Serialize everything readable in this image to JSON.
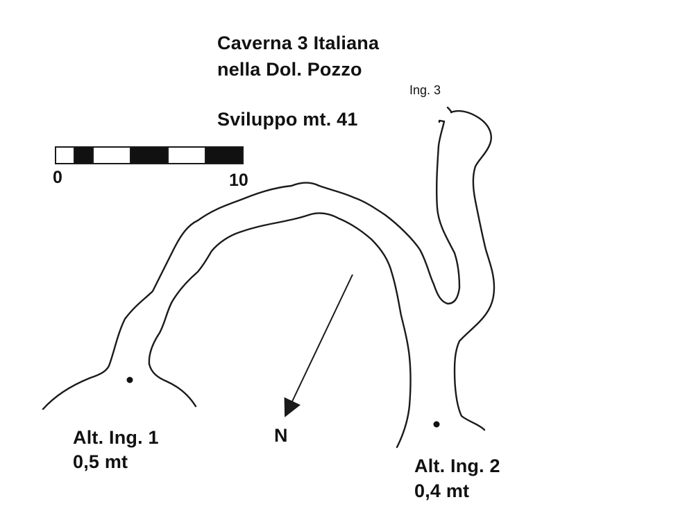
{
  "title": {
    "line1": "Caverna 3 Italiana",
    "line2": "nella Dol. Pozzo"
  },
  "development": "Sviluppo mt. 41",
  "scale_bar": {
    "start_label": "0",
    "end_label": "10"
  },
  "entrances": {
    "ing3_label": "Ing. 3",
    "ing1": {
      "label": "Alt. Ing. 1",
      "height": "0,5 mt"
    },
    "ing2": {
      "label": "Alt. Ing. 2",
      "height": "0,4 mt"
    }
  },
  "north_arrow": {
    "label": "N"
  },
  "colors": {
    "ink": "#1a1a1a",
    "paper": "#ffffff"
  }
}
